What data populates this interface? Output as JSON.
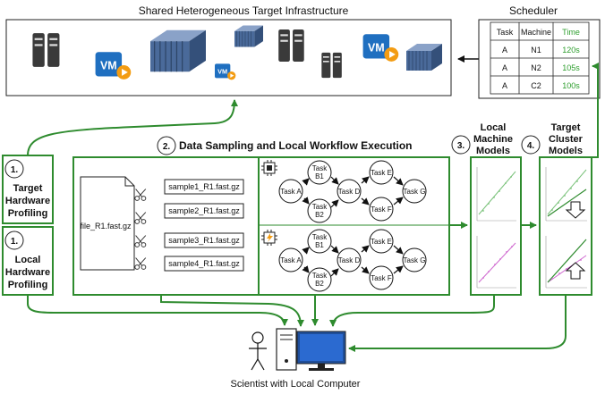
{
  "infra": {
    "title": "Shared Heterogeneous Target Infrastructure",
    "vm_label": "VM"
  },
  "scheduler": {
    "title": "Scheduler",
    "headers": [
      "Task",
      "Machine",
      "Time"
    ],
    "rows": [
      [
        "A",
        "N1",
        "120s"
      ],
      [
        "A",
        "N2",
        "105s"
      ],
      [
        "A",
        "C2",
        "100s"
      ]
    ],
    "time_color": "#2e9e2e"
  },
  "steps": {
    "target_profiling": {
      "number": "1.",
      "lines": [
        "Target",
        "Hardware",
        "Profiling"
      ]
    },
    "local_profiling": {
      "number": "1.",
      "lines": [
        "Local",
        "Hardware",
        "Profiling"
      ]
    },
    "sampling": {
      "number": "2.",
      "title": "Data Sampling and Local Workflow Execution"
    },
    "local_models": {
      "number": "3.",
      "lines": [
        "Local",
        "Machine",
        "Models"
      ]
    },
    "target_models": {
      "number": "4.",
      "lines": [
        "Target",
        "Cluster",
        "Models"
      ]
    }
  },
  "files": {
    "input": "file_R1.fast.gz",
    "samples": [
      "sample1_R1.fast.gz",
      "sample2_R1.fast.gz",
      "sample3_R1.fast.gz",
      "sample4_R1.fast.gz"
    ]
  },
  "workflow": {
    "tasks": [
      "Task A",
      "Task B1",
      "Task B2",
      "Task D",
      "Task E",
      "Task F",
      "Task G"
    ]
  },
  "scientist": {
    "caption": "Scientist with Local Computer"
  },
  "colors": {
    "accent_green": "#2e8b2e",
    "border_green": "#2e8b2e",
    "server_dark": "#3a3a3a",
    "vm_blue": "#1f6fc0",
    "rack_blue": "#4a6a9a"
  }
}
